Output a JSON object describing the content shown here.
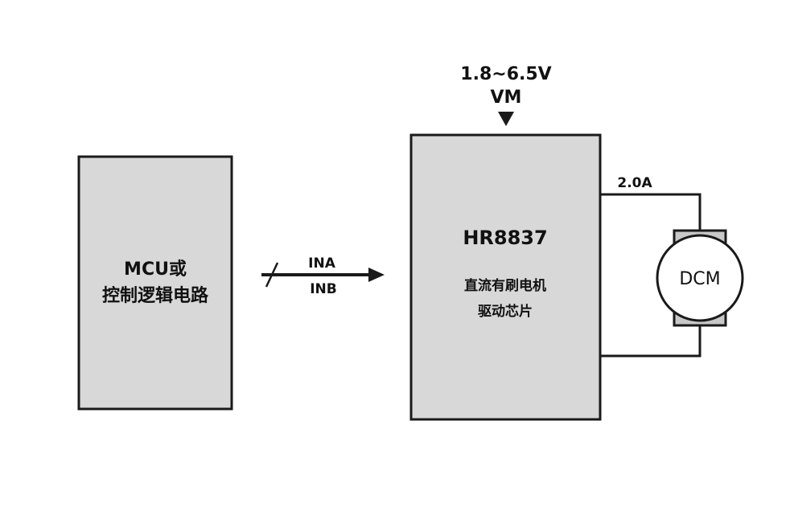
{
  "mcu_block": {
    "line1": "MCU或",
    "line2": "控制逻辑电路"
  },
  "signals": {
    "ina": "INA",
    "inb": "INB"
  },
  "supply": {
    "voltage": "1.8~6.5V",
    "pin": "VM"
  },
  "driver_chip": {
    "part_number": "HR8837",
    "desc_line1": "直流有刷电机",
    "desc_line2": "驱动芯片"
  },
  "output": {
    "current": "2.0A"
  },
  "motor": {
    "label": "DCM"
  },
  "colors": {
    "block_fill": "#d8d8d8",
    "stroke": "#1a1a1a",
    "motor_body": "#c8c8c8",
    "motor_circle": "#ffffff",
    "background": "#ffffff"
  }
}
